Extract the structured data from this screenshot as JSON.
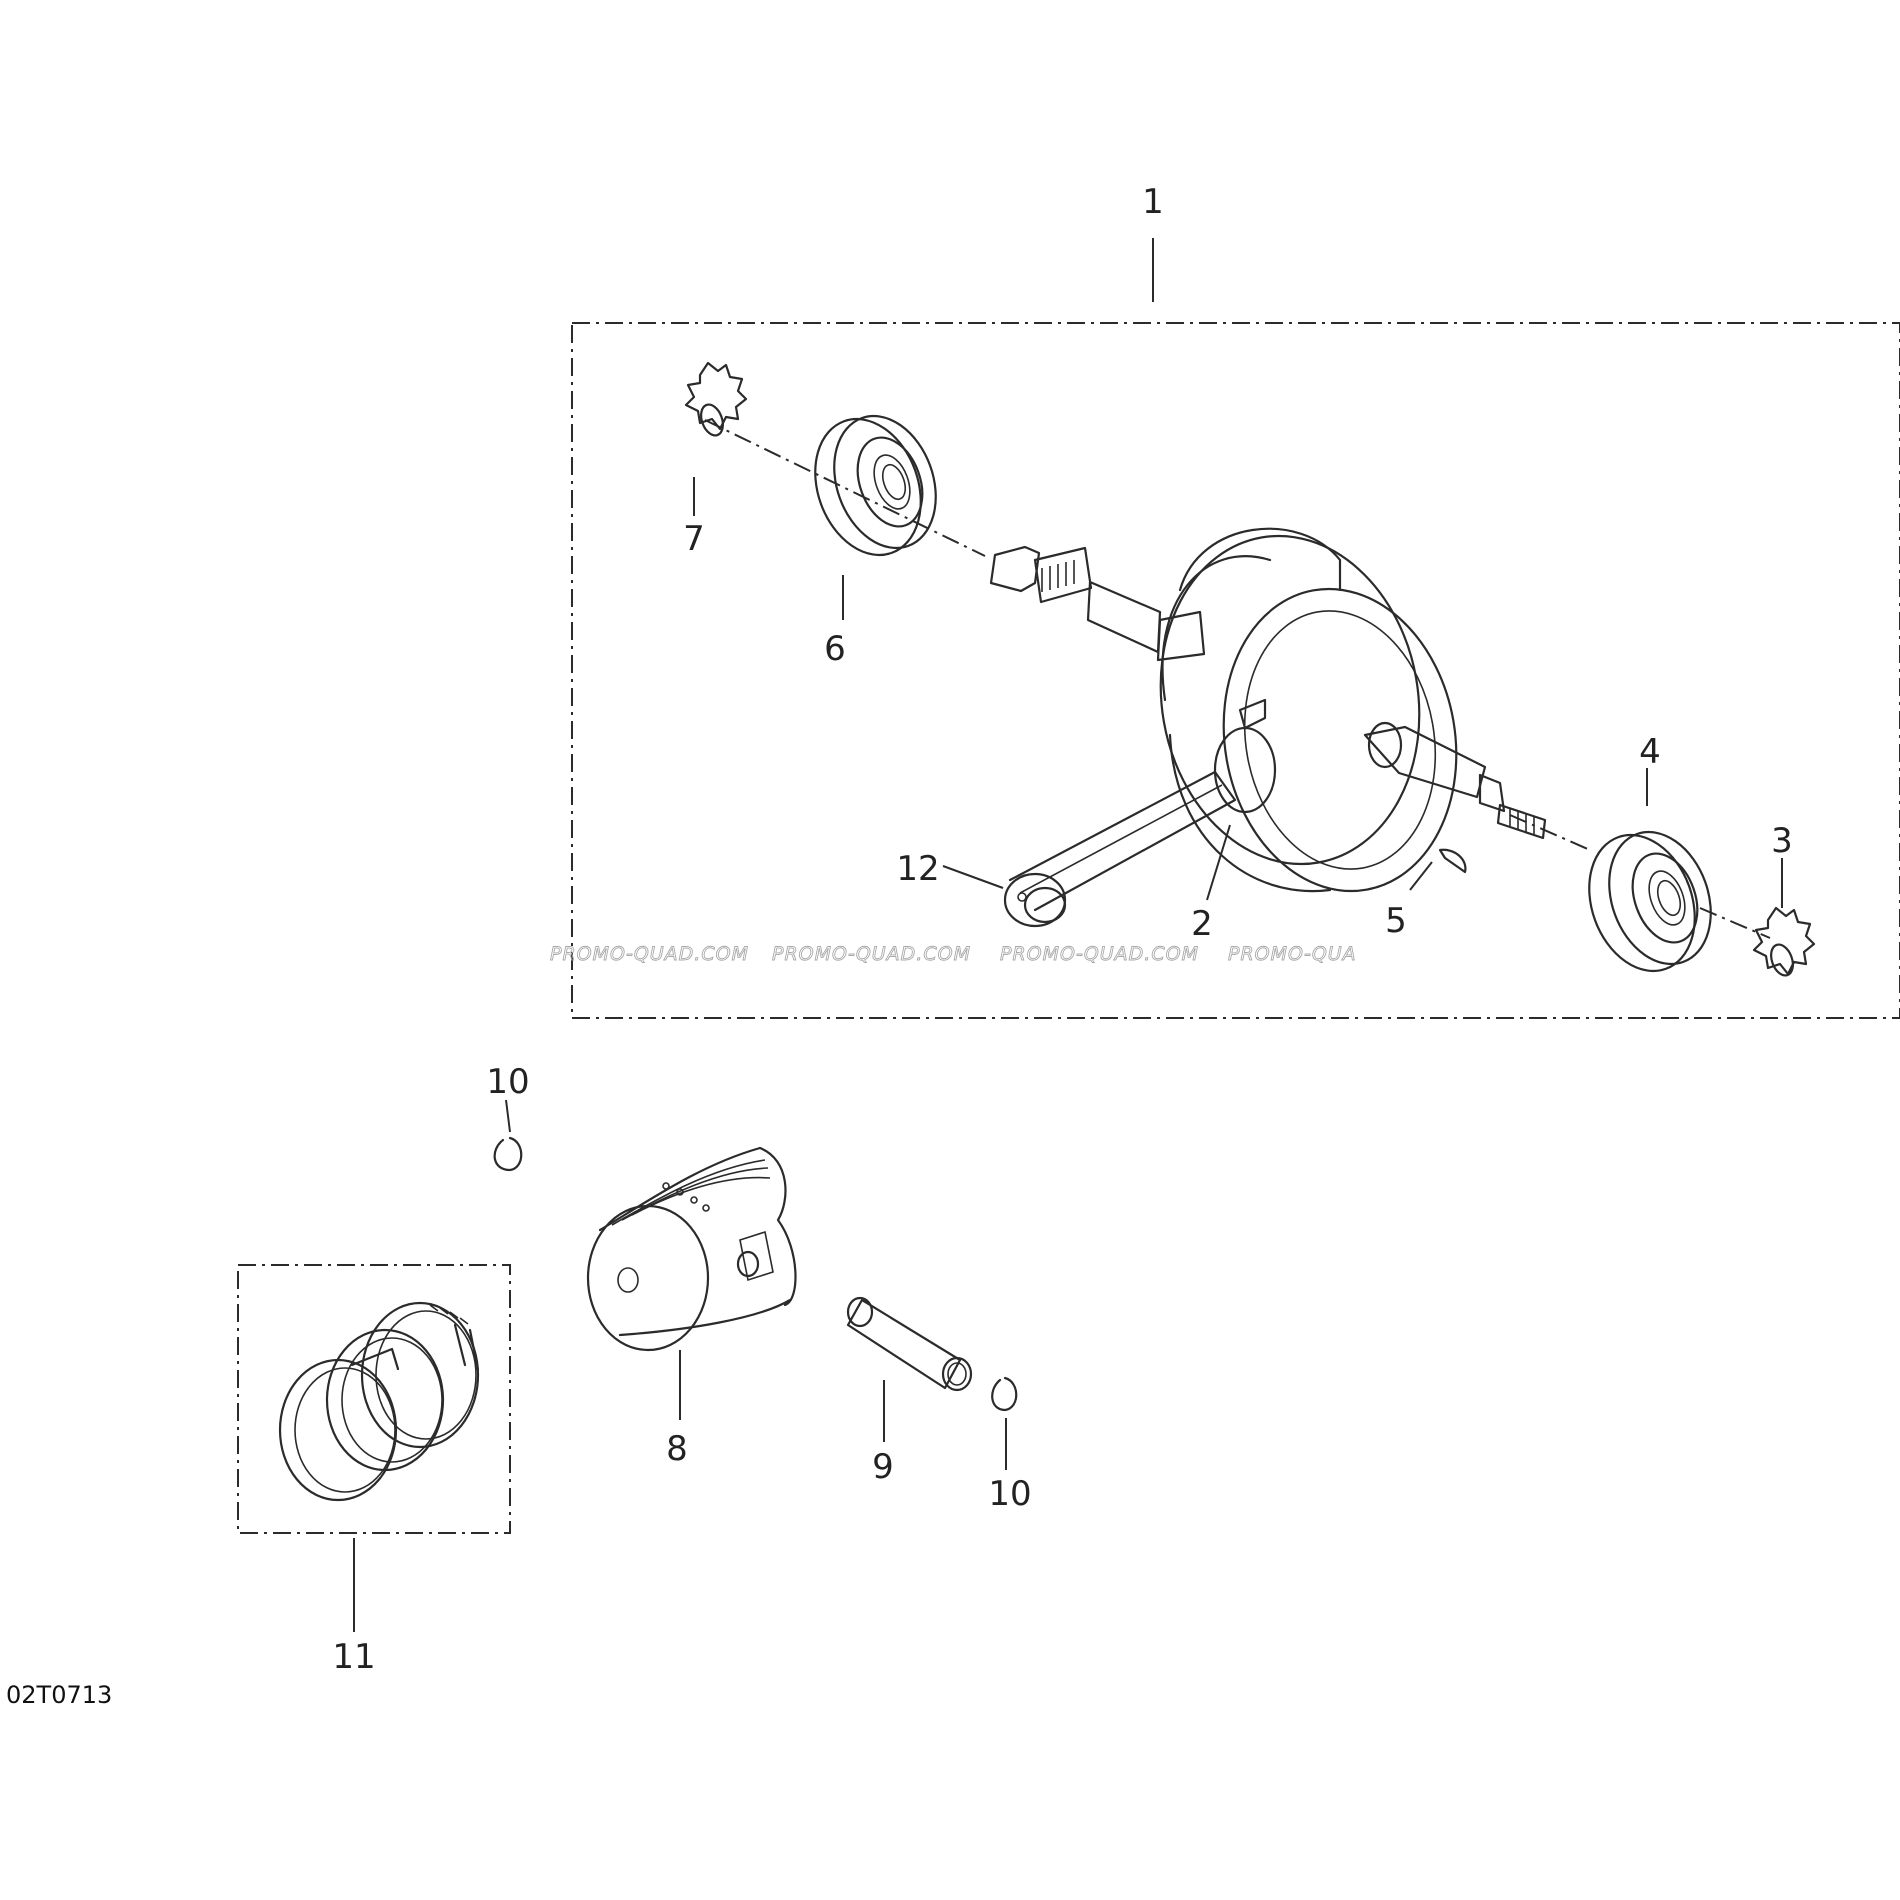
{
  "diagram_ref": "02T0713",
  "watermark": [
    "PROMO-QUAD.COM",
    "PROMO-QUAD.COM",
    "PROMO-QUAD.COM",
    "PROMO-QUA"
  ],
  "callouts": {
    "c1": "1",
    "c2": "2",
    "c3": "3",
    "c4": "4",
    "c5": "5",
    "c6": "6",
    "c7": "7",
    "c8": "8",
    "c9": "9",
    "c10a": "10",
    "c10b": "10",
    "c11": "11",
    "c12": "12"
  }
}
